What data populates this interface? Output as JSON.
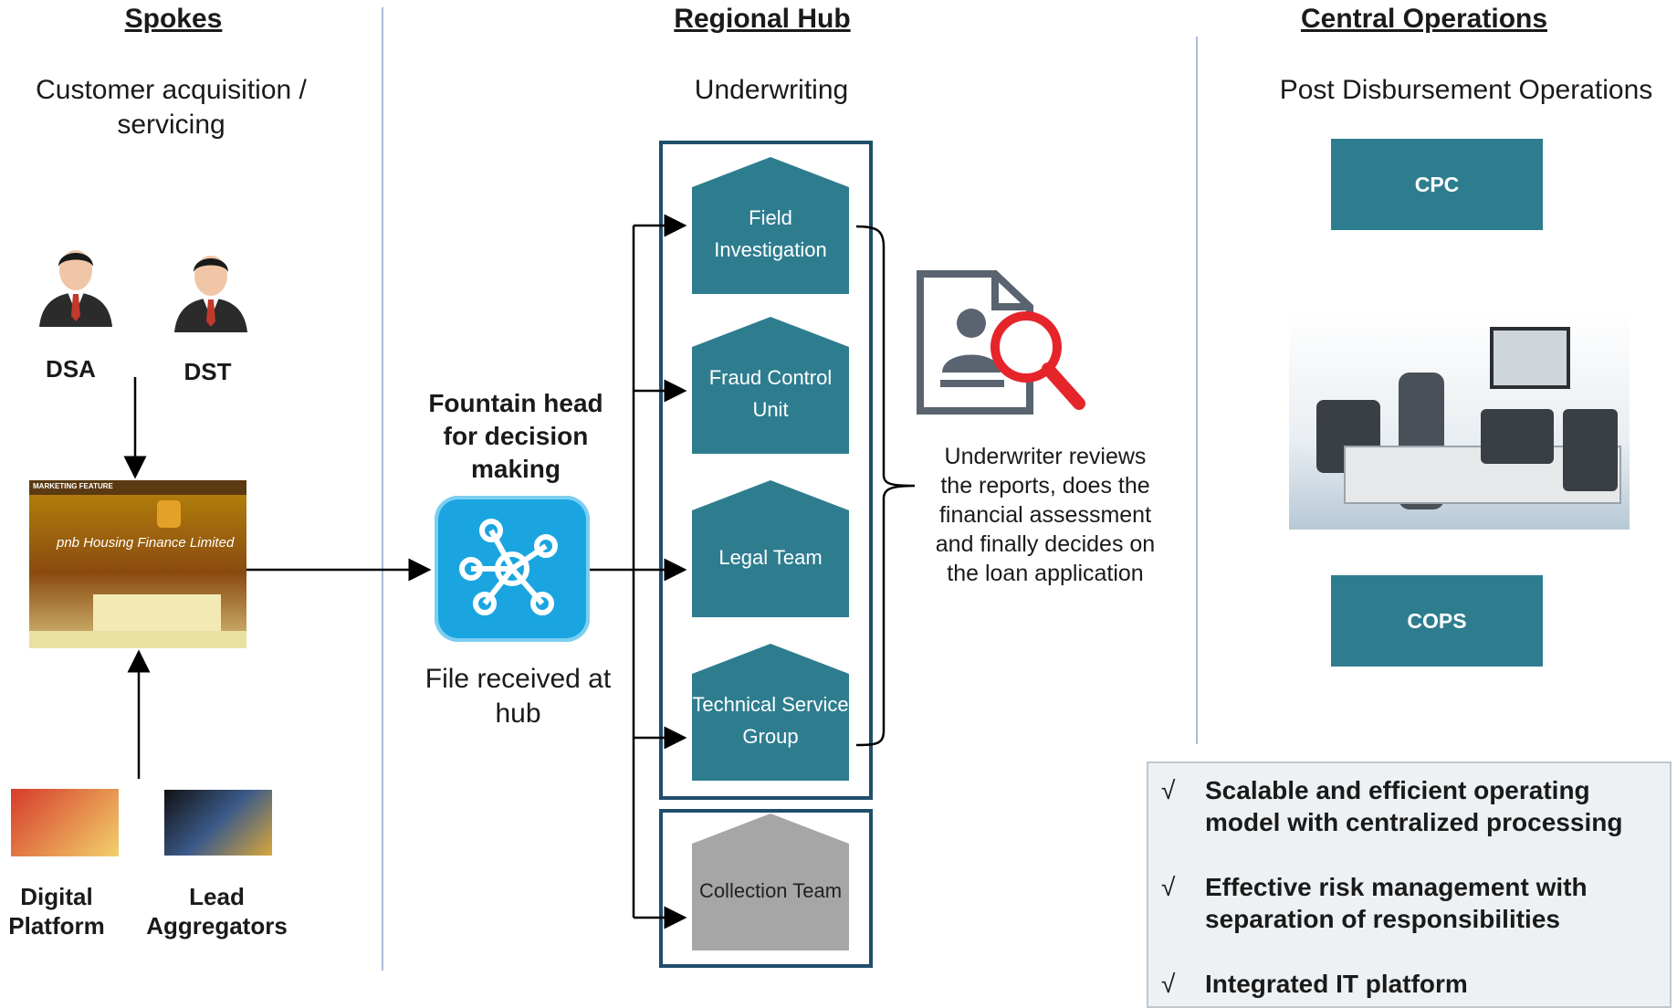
{
  "columns": {
    "spokes": {
      "title": "Spokes",
      "subtitle": "Customer acquisition / servicing"
    },
    "hub": {
      "title": "Regional Hub",
      "subtitle": "Underwriting"
    },
    "central": {
      "title": "Central Operations",
      "subtitle": "Post Disbursement Operations"
    }
  },
  "spokes": {
    "dsa": "DSA",
    "dst": "DST",
    "branch_sign": "pnb Housing Finance Limited",
    "branch_banner": "MARKETING FEATURE",
    "digital": "Digital Platform",
    "lead": "Lead Aggregators"
  },
  "hub": {
    "fountain_label": "Fountain head for decision making",
    "file_received": "File received at hub",
    "teams": [
      "Field Investigation",
      "Fraud Control Unit",
      "Legal Team",
      "Technical Service Group"
    ],
    "collection": "Collection Team",
    "underwriter_note": "Underwriter reviews the reports, does the financial assessment and finally decides on the loan application"
  },
  "central": {
    "cpc": "CPC",
    "cops": "COPS"
  },
  "benefits": {
    "mark": "√",
    "items": [
      "Scalable and efficient operating model with centralized processing",
      "Effective risk management with separation of responsibilities",
      "Integrated IT platform"
    ]
  },
  "colors": {
    "teal": "#2e7d8f",
    "frame": "#1f4e6b",
    "gray": "#a6a6a6",
    "icon_blue": "#1aa5e0",
    "divider": "#a9bfd9"
  }
}
